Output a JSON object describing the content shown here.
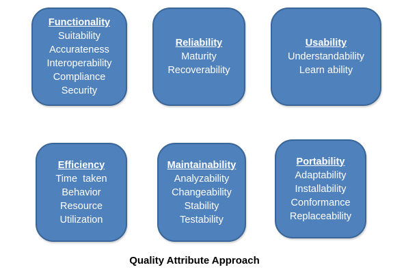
{
  "diagram": {
    "boxes": [
      {
        "id": "functionality",
        "title": "Functionality",
        "items": [
          "Suitability",
          "Accurateness",
          "Interoperability",
          "Compliance",
          "Security"
        ]
      },
      {
        "id": "reliability",
        "title": "Reliability",
        "items": [
          "Maturity",
          "Recoverability"
        ]
      },
      {
        "id": "usability",
        "title": "Usability",
        "items": [
          "Understandability",
          "Learn ability"
        ]
      },
      {
        "id": "efficiency",
        "title": "Efficiency",
        "items": [
          "Time  taken",
          "Behavior",
          "Resource",
          "Utilization"
        ]
      },
      {
        "id": "maintainability",
        "title": "Maintainability",
        "items": [
          "Analyzability",
          "Changeability",
          "Stability",
          "Testability"
        ]
      },
      {
        "id": "portability",
        "title": "Portability",
        "items": [
          "Adaptability",
          "Installability",
          "Conformance",
          "Replaceability"
        ]
      }
    ],
    "caption": "Quality Attribute Approach"
  },
  "colors": {
    "box_fill": "#4f81bd",
    "box_border": "#3a6597",
    "box_text": "#ffffff",
    "caption_text": "#000000"
  }
}
